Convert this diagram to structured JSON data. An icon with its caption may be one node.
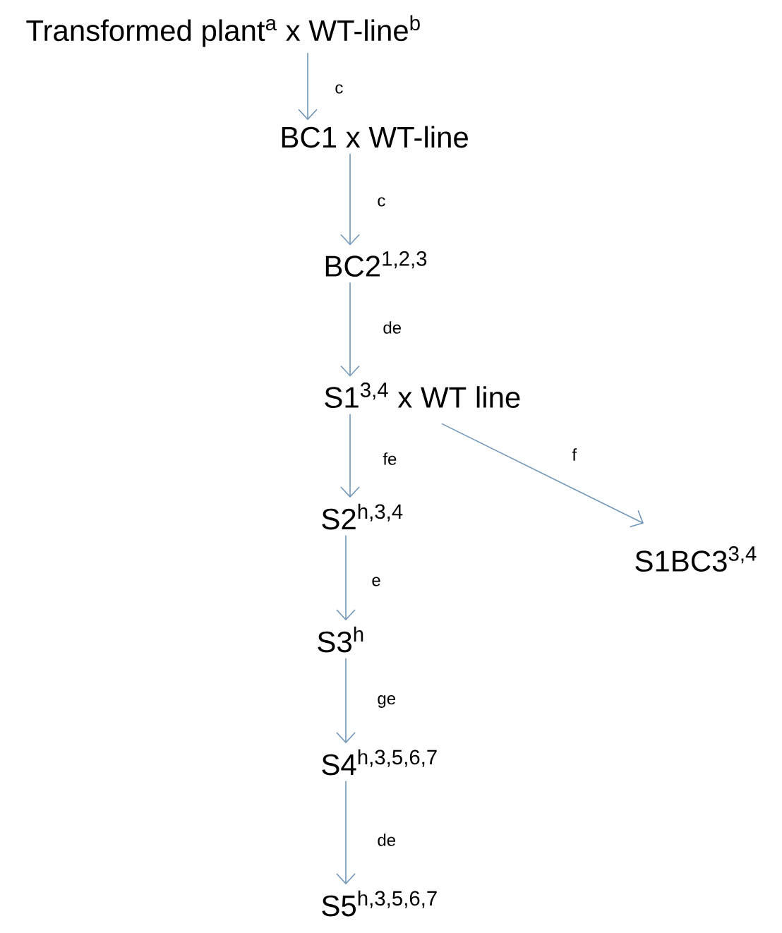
{
  "diagram": {
    "nodes": [
      {
        "text": [
          "Transformed plant$^{a}$ x WT-line$^{b}$"
        ]
      },
      {
        "text": [
          "BC1 x WT-line"
        ]
      },
      {
        "text": [
          "BC2$^{1,2,3}$"
        ]
      },
      {
        "text": [
          "S1$^{3,4}$ x WT line"
        ]
      },
      {
        "text": [
          "S2$^{h,3,4}$"
        ]
      },
      {
        "text": [
          "S1BC3$^{3,4}$"
        ]
      },
      {
        "text": [
          "S3$^{h}$"
        ]
      },
      {
        "text": [
          "S4$^{h,3,5,6,7}$"
        ]
      },
      {
        "text": [
          "S5$^{h,3,5,6,7}$"
        ]
      }
    ],
    "edges": [
      {
        "from": 0,
        "to": 1,
        "arrow": "to",
        "label": "c"
      },
      {
        "from": 1,
        "to": 2,
        "arrow": "to",
        "label": "c"
      },
      {
        "from": 2,
        "to": 3,
        "arrow": "to",
        "label": "de"
      },
      {
        "from": 3,
        "to": 4,
        "arrow": "to",
        "label": "fe"
      },
      {
        "from": 3,
        "to": 5,
        "arrow": "to",
        "label": "f"
      },
      {
        "from": 4,
        "to": 6,
        "arrow": "to",
        "label": "e"
      },
      {
        "from": 6,
        "to": 7,
        "arrow": "to",
        "label": "ge"
      },
      {
        "from": 7,
        "to": 8,
        "arrow": "to",
        "label": "de"
      }
    ]
  }
}
